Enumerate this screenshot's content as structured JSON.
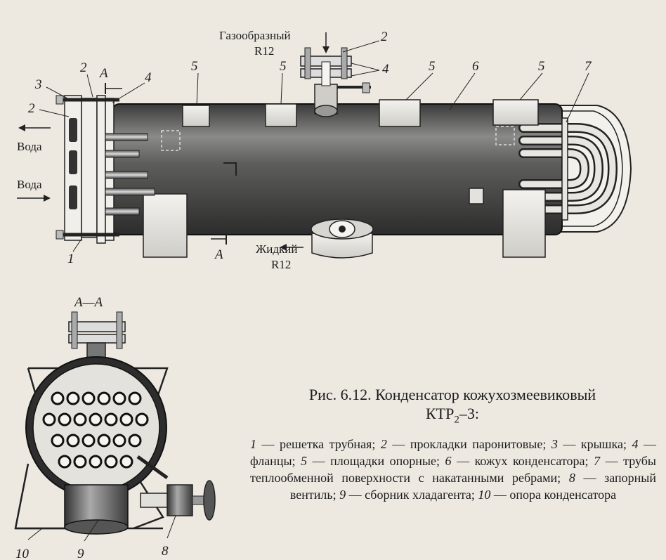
{
  "labels": {
    "gas_in": "Газообразный",
    "gas_name": "R12",
    "liquid_out": "Жидкий",
    "liquid_name": "R12",
    "water_out": "Вода",
    "water_in": "Вода",
    "section_mark": "А",
    "section_title": "А—А"
  },
  "callouts": {
    "n1": "1",
    "n2": "2",
    "n3": "3",
    "n4": "4",
    "n5": "5",
    "n6": "6",
    "n7": "7",
    "n8": "8",
    "n9": "9",
    "n10": "10"
  },
  "caption": {
    "title_main": "Рис. 6.12. Конденсатор кожухозмеевиковый",
    "title_model_pre": "КТР",
    "title_model_sub": "2",
    "title_model_post": "–3:"
  },
  "legend": [
    {
      "num": "1",
      "text": " — решетка трубная; "
    },
    {
      "num": "2",
      "text": " — прокладки паронитовые; "
    },
    {
      "num": "3",
      "text": " — крышка; "
    },
    {
      "num": "4",
      "text": " — фланцы; "
    },
    {
      "num": "5",
      "text": " — площадки опорные; "
    },
    {
      "num": "6",
      "text": " — кожух конденсатора; "
    },
    {
      "num": "7",
      "text": " — трубы теплообменной поверхности с накатанными ребрами; "
    },
    {
      "num": "8",
      "text": " — запорный вентиль; "
    },
    {
      "num": "9",
      "text": " — сборник хладагента; "
    },
    {
      "num": "10",
      "text": " — опора конденсатора"
    }
  ]
}
